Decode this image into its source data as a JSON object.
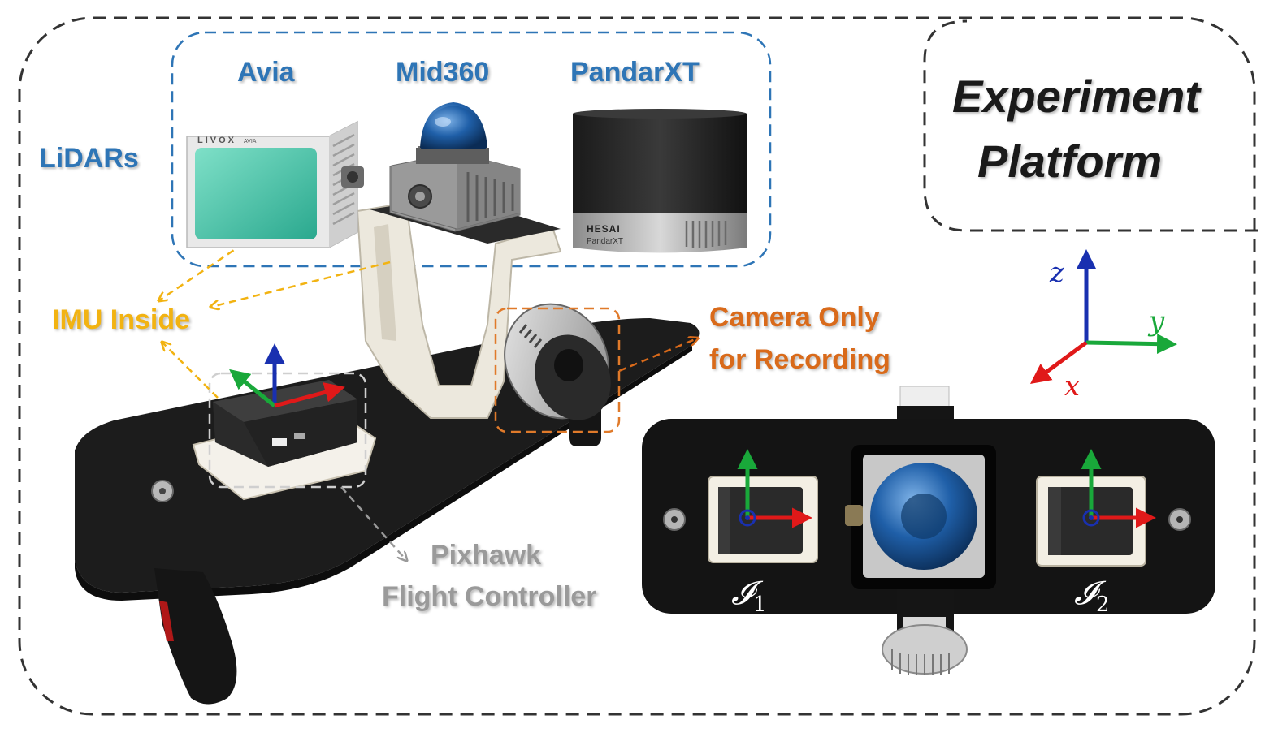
{
  "title": {
    "line1": "Experiment",
    "line2": "Platform"
  },
  "lidar_group_label": "LiDARs",
  "lidars": [
    {
      "name": "Avia",
      "brand": "LIVOX",
      "model": "AVIA"
    },
    {
      "name": "Mid360"
    },
    {
      "name": "PandarXT",
      "brand": "HESAI",
      "model": "PandarXT"
    }
  ],
  "imu_label": "IMU Inside",
  "camera_label": {
    "line1": "Camera Only",
    "line2": "for Recording"
  },
  "pixhawk_label": {
    "line1": "Pixhawk",
    "line2": "Flight Controller"
  },
  "axes": {
    "x": "x",
    "y": "y",
    "z": "z"
  },
  "imu_frames": {
    "i1": "𝓘",
    "i1_sub": "1",
    "i2": "𝓘",
    "i2_sub": "2"
  },
  "colors": {
    "axis_x": "#e01919",
    "axis_y": "#19a83a",
    "axis_z": "#1930b0",
    "lidar_text": "#2e75b6",
    "camera_text": "#d96a1a",
    "imu_text": "#f2b312",
    "pixhawk_text": "#9a9a9a"
  }
}
